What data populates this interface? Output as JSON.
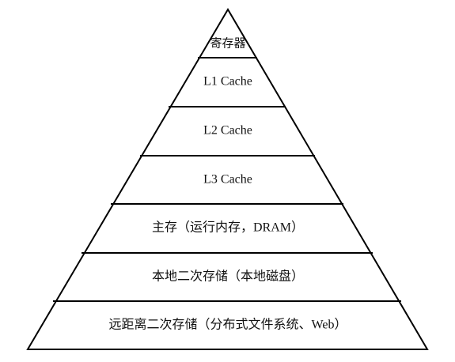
{
  "diagram": {
    "type": "pyramid",
    "stroke_color": "#000000",
    "text_color": "#111111",
    "levels": [
      {
        "label": "寄存器"
      },
      {
        "label": "L1 Cache"
      },
      {
        "label": "L2 Cache"
      },
      {
        "label": "L3 Cache"
      },
      {
        "label": "主存（运行内存，DRAM）"
      },
      {
        "label": "本地二次存储（本地磁盘）"
      },
      {
        "label": "远距离二次存储（分布式文件系统、Web）"
      }
    ]
  }
}
